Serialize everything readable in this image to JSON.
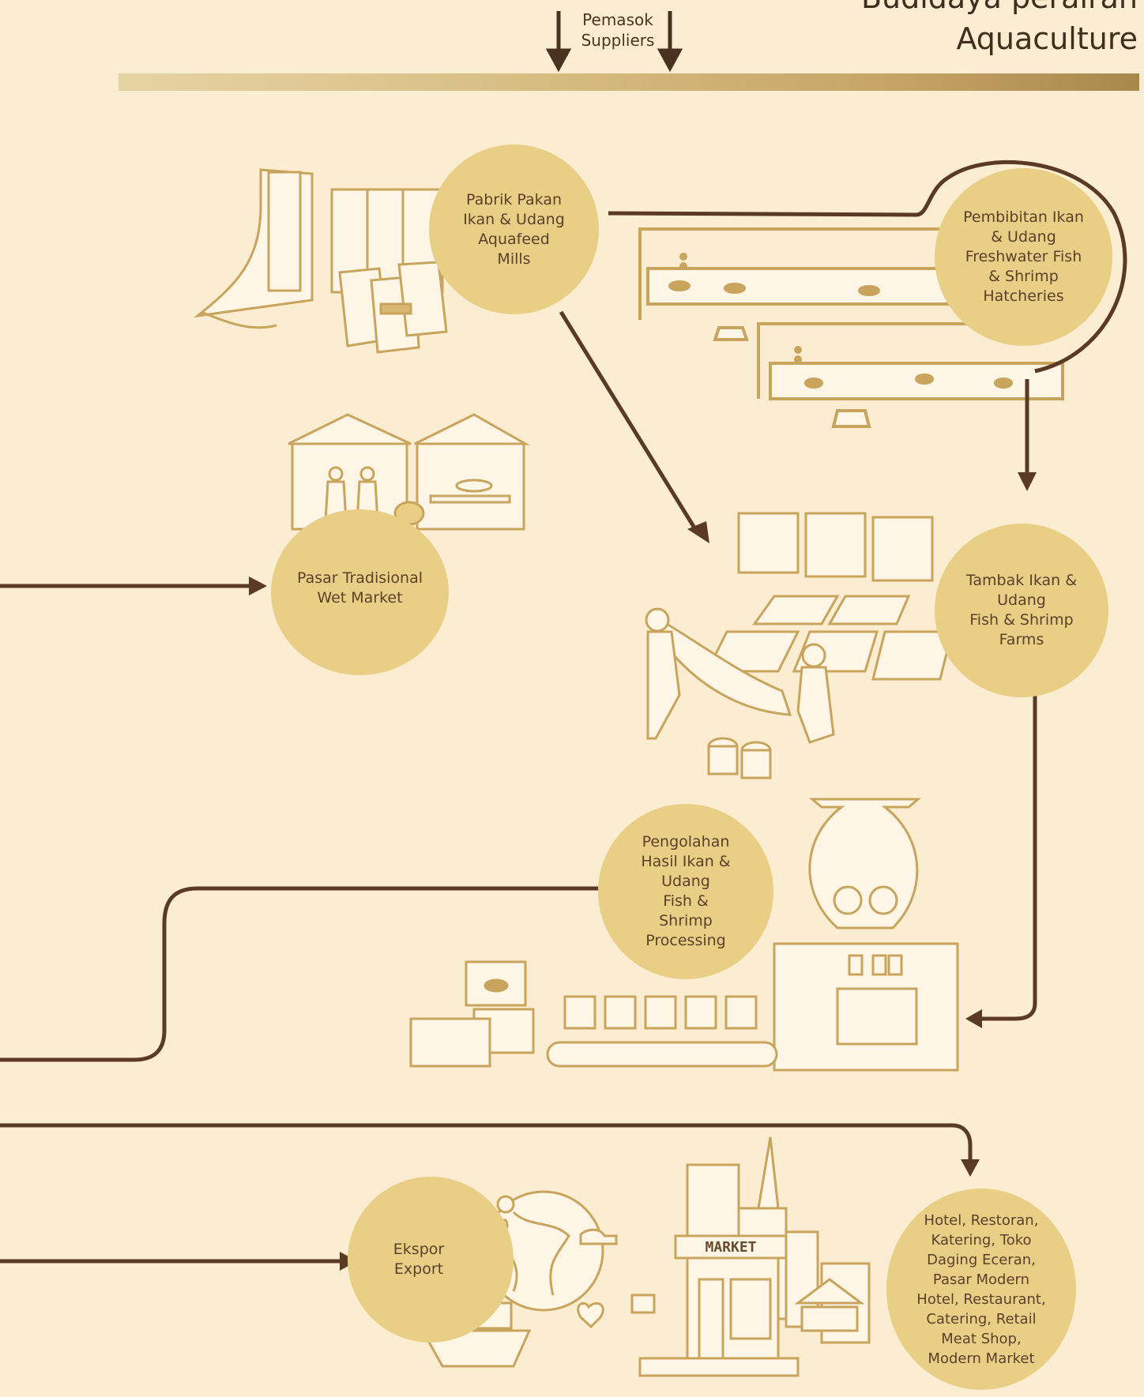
{
  "header": {
    "title_line1": "Budidaya perairan",
    "title_line2": "Aquaculture"
  },
  "suppliers": {
    "label_id": "Pemasok",
    "label_en": "Suppliers"
  },
  "nodes": {
    "feed_mills": {
      "label": "Pabrik Pakan\nIkan & Udang\nAquafeed\nMills"
    },
    "hatcheries": {
      "label": "Pembibitan Ikan\n& Udang\nFreshwater Fish\n& Shrimp\nHatcheries"
    },
    "wet_market": {
      "label": "Pasar Tradisional\nWet Market"
    },
    "farms": {
      "label": "Tambak Ikan &\nUdang\nFish & Shrimp\nFarms"
    },
    "processing": {
      "label": "Pengolahan\nHasil Ikan &\nUdang\nFish &\nShrimp\nProcessing"
    },
    "export": {
      "label": "Ekspor\nExport"
    },
    "horeca": {
      "label": "Hotel, Restoran,\nKatering, Toko\nDaging Eceran,\nPasar Modern\nHotel, Restaurant,\nCatering, Retail\nMeat Shop,\nModern Market"
    }
  },
  "illustrations": {
    "market_sign": "MARKET",
    "icons": [
      "feed-factory-icon",
      "hatchery-tanks-icon",
      "market-stall-icon",
      "fish-farm-icon",
      "processing-plant-icon",
      "globe-ship-icon",
      "city-market-icon"
    ]
  },
  "colors": {
    "background": "#fbedd2",
    "circle": "#e9cf86",
    "arrow": "#5a3a22",
    "line_art": "#c9a45c"
  }
}
